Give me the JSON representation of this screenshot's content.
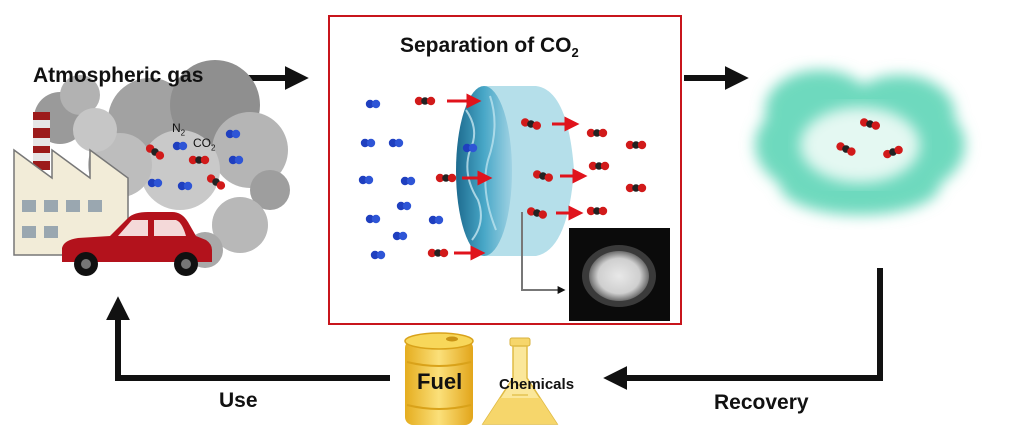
{
  "labels": {
    "atmospheric_gas": "Atmospheric gas",
    "separation_title_prefix": "Separation of CO",
    "separation_title_sub": "2",
    "n2_prefix": "N",
    "n2_sub": "2",
    "co2_prefix": "CO",
    "co2_sub": "2",
    "fuel": "Fuel",
    "chemicals": "Chemicals",
    "use": "Use",
    "recovery": "Recovery"
  },
  "colors": {
    "arrow": "#111111",
    "box_border": "#c8151c",
    "red_arrow": "#e0131c",
    "n2_molecule": "#1f3fbf",
    "co2_oxygen": "#d11a1a",
    "co2_carbon": "#222222",
    "membrane": "#2f8fb0",
    "cloud_green": "#5fd6b8",
    "smoke": "#9a9a9a",
    "car": "#b3121c",
    "fuel_can": "#f3c842",
    "flask": "#f6d66b"
  },
  "icons": [
    "factory-icon",
    "car-icon",
    "smoke-cloud",
    "membrane-disc",
    "membrane-photo",
    "green-co2-cloud",
    "fuel-can-icon",
    "flask-icon"
  ]
}
